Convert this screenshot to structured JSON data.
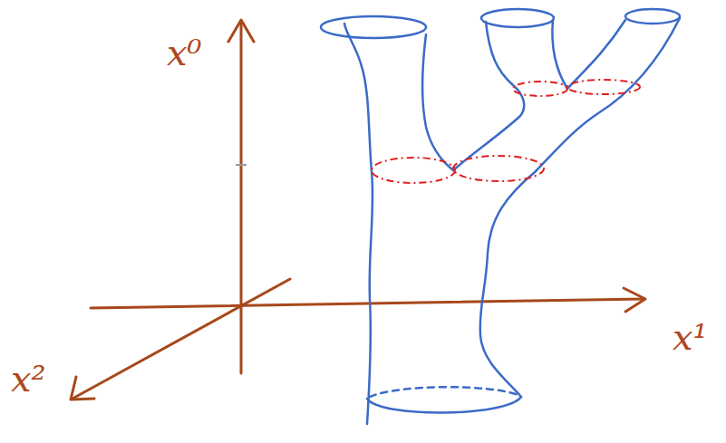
{
  "diagram": {
    "labels": [
      "x⁰",
      "x¹",
      "x²"
    ]
  }
}
